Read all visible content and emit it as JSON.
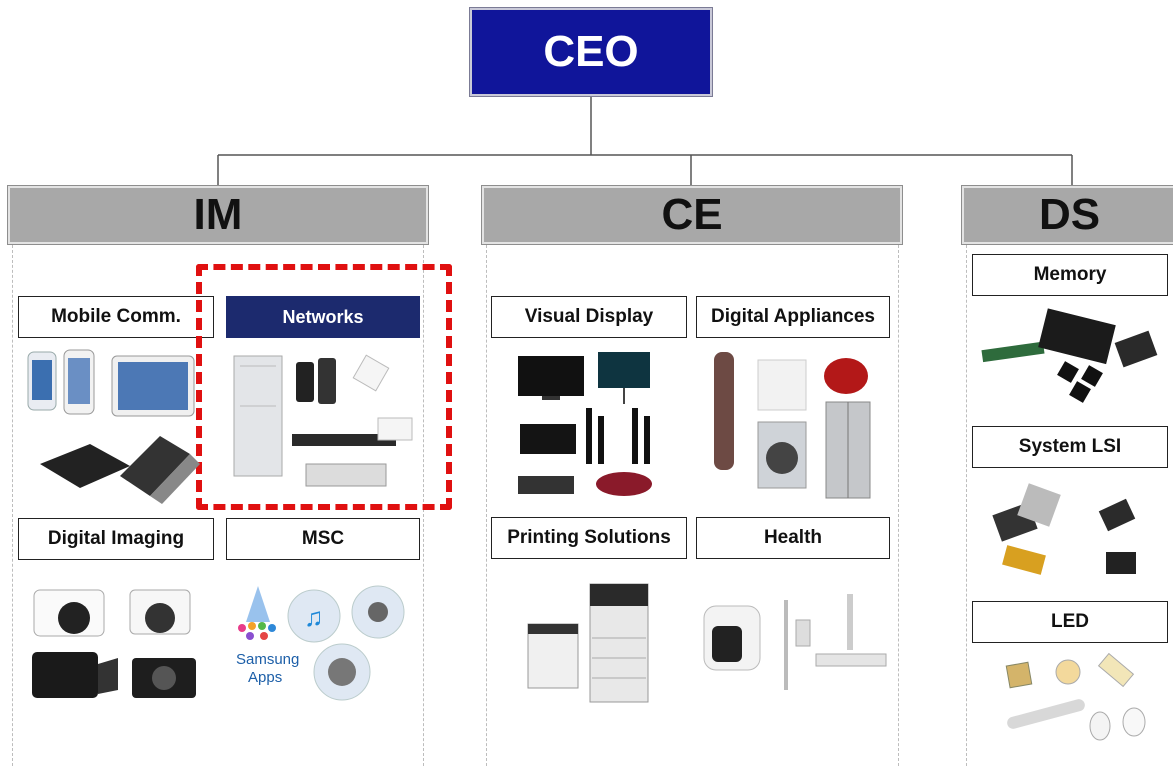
{
  "ceo": "CEO",
  "divisions": {
    "im": {
      "name": "IM",
      "units": [
        "Mobile Comm.",
        "Networks",
        "Digital Imaging",
        "MSC"
      ]
    },
    "ce": {
      "name": "CE",
      "units": [
        "Visual Display",
        "Digital Appliances",
        "Printing Solutions",
        "Health"
      ]
    },
    "ds": {
      "name": "DS",
      "units": [
        "Memory",
        "System LSI",
        "LED"
      ]
    }
  },
  "logo_text": [
    "Samsung",
    "Apps"
  ],
  "colors": {
    "ceo_bg": "#10159a",
    "header_bg": "#a8a8a8",
    "highlight": "#e01010",
    "networks_bg": "#1c2a6e"
  }
}
